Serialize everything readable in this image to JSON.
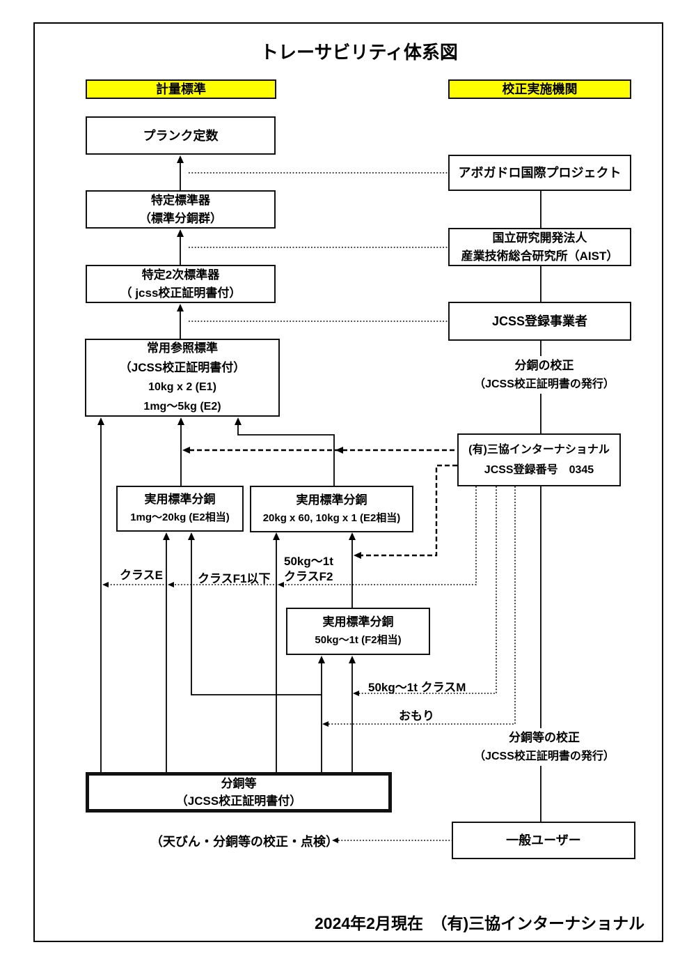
{
  "title": "トレーサビリティ体系図",
  "headers": {
    "left": "計量標準",
    "right": "校正実施機関"
  },
  "colors": {
    "highlight": "#ffff00",
    "ink": "#000000"
  },
  "boxes": {
    "planck": {
      "line1": "プランク定数"
    },
    "specified_standard": {
      "line1": "特定標準器",
      "line2": "（標準分銅群）"
    },
    "specified_secondary_standard": {
      "line1": "特定2次標準器",
      "line2": "（ jcss校正証明書付）"
    },
    "working_reference_standard": {
      "line1": "常用参照標準",
      "line2": "（JCSS校正証明書付）",
      "line3": "10kg x 2 (E1)",
      "line4": "1mg～5kg (E2)"
    },
    "avogadro_project": {
      "line1": "アボガドロ国際プロジェクト"
    },
    "aist": {
      "line1": "国立研究開発法人",
      "line2": "産業技術総合研究所（AIST）"
    },
    "jcss_registered_business": {
      "line1": "JCSS登録事業者"
    },
    "sankyo": {
      "line1": "(有)三協インターナショナル",
      "line2": "JCSS登録番号　0345"
    },
    "practical_standard_1": {
      "line1": "実用標準分銅",
      "line2": "1mg～20kg (E2相当)"
    },
    "practical_standard_2": {
      "line1": "実用標準分銅",
      "line2": "20kg x 60, 10kg x 1 (E2相当)"
    },
    "practical_standard_3": {
      "line1": "実用標準分銅",
      "line2": "50kg～1t (F2相当)"
    },
    "weights_etc": {
      "line1": "分銅等",
      "line2": "（JCSS校正証明書付）"
    },
    "general_user": {
      "line1": "一般ユーザー"
    }
  },
  "annotations": {
    "weight_calibration_line1": "分銅の校正",
    "weight_calibration_line2": "（JCSS校正証明書の発行）",
    "weights_calibration_line1": "分銅等の校正",
    "weights_calibration_line2": "（JCSS校正証明書の発行）",
    "class_e": "クラスE",
    "class_f1": "クラスF1以下",
    "range_f2_line1": "50kg～1t",
    "range_f2_line2": "クラスF2",
    "class_m": "50kg～1t クラスM",
    "weights_word": "おもり",
    "balance_check": "（天びん・分銅等の校正・点検）",
    "footer": "2024年2月現在　（有)三協インターナショナル"
  }
}
